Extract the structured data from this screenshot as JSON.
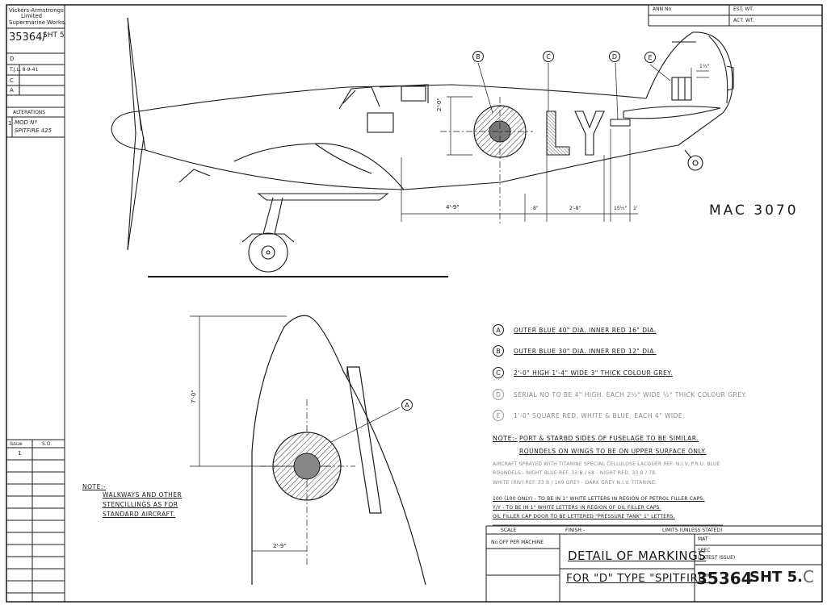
{
  "title_block": {
    "company": [
      "Vickers-Armstrongs",
      "Limited",
      "Supermarine Works."
    ],
    "drawing_no_small": "35364/",
    "sheet_small": "SHT 5",
    "rev_rows": [
      "D",
      "T.J.L. 8-9-41",
      "C",
      "A"
    ],
    "alterations_label": "ALTERATIONS",
    "alteration_no": "1",
    "alteration_text_1": "MOD Nº",
    "alteration_text_2": "SPITFIRE 425",
    "issue_label": "Issue",
    "issue_col2": "S.O.",
    "issue_value": "1",
    "scale_label": "SCALE",
    "finish_label": "FINISH:-",
    "limits_label": "LIMITS (UNLESS STATED)",
    "mat_label": "MAT",
    "spec_label": "SPEC",
    "spec_note": "(LATEST ISSUE)",
    "no_off_label": "No OFF PER MACHINE",
    "title_line1": "DETAIL OF MARKINGS",
    "title_line2": "FOR \"D\" TYPE \"SPITFIRE\"",
    "drawing_number": "35364",
    "sheet": "SHT 5.",
    "sheet_rev": "C",
    "est_wt": "EST. WT.",
    "act_wt": "ACT. WT.",
    "ann_no": "ANN No"
  },
  "mac_number": "MAC 3070",
  "side_view": {
    "letters": "LY",
    "labels": [
      "B",
      "C",
      "D",
      "E"
    ],
    "dim_height": "2'-0\"",
    "dim_tail": "1½\"",
    "dims_bottom": [
      "4'-9\"",
      "8\"",
      "2'-8\"",
      "15½\"",
      "1'"
    ]
  },
  "wing_view": {
    "label": "A",
    "dim_chord": "7'-0\"",
    "dim_offset": "2'-9\""
  },
  "legend": [
    {
      "key": "A",
      "text": "OUTER BLUE 40\" DIA. INNER RED 16\" DIA.",
      "faint": false
    },
    {
      "key": "B",
      "text": "OUTER BLUE 30\" DIA. INNER RED 12\" DIA.",
      "faint": false
    },
    {
      "key": "C",
      "text": "2'-0\" HIGH 1'-4\" WIDE 3\" THICK COLOUR GREY.",
      "faint": false
    },
    {
      "key": "D",
      "text": "SERIAL No TO BE 4\" HIGH. EACH 2½\" WIDE ½\" THICK COLOUR GREY.",
      "faint": true
    },
    {
      "key": "E",
      "text": "1'-0\" SQUARE RED, WHITE & BLUE, EACH 4\" WIDE.",
      "faint": true
    }
  ],
  "notes": {
    "note_label": "NOTE:-",
    "note1": "PORT & STARBD SIDES OF FUSELAGE TO BE SIMILAR.",
    "note2": "ROUNDELS ON WINGS TO BE ON UPPER SURFACE ONLY.",
    "spray1": "AIRCRAFT SPRAYED WITH TITANINE SPECIAL CELLULOSE LACQUER REF. N.I.V. P.R.U. BLUE",
    "spray2": "ROUNDELS - NIGHT BLUE REF. 33 B / 68 - NIGHT RED. 33 B / 78.",
    "spray3": "WHITE (RIV) REF. 33 B / 169 GREY - DARK GREY N.I.V. TITANINE.",
    "fill1": "100 (100 ONLY) - TO BE IN 1\" WHITE LETTERS IN REGION OF PETROL FILLER CAPS.",
    "fill2": "Y/Y - TO BE IN 1\" WHITE LETTERS IN REGION OF OIL FILLER CAPS.",
    "fill3": "OIL FILLER CAP DOOR TO BE LETTERED \"PRESSURE TANK\" 1\" LETTERS.",
    "left_note_label": "NOTE:-",
    "left_note1": "WALKWAYS AND OTHER",
    "left_note2": "STENCILLINGS AS FOR",
    "left_note3": "STANDARD AIRCRAFT."
  },
  "colors": {
    "ink": "#1a1a1a",
    "faint": "#8a8a8a",
    "paper": "#ffffff"
  }
}
